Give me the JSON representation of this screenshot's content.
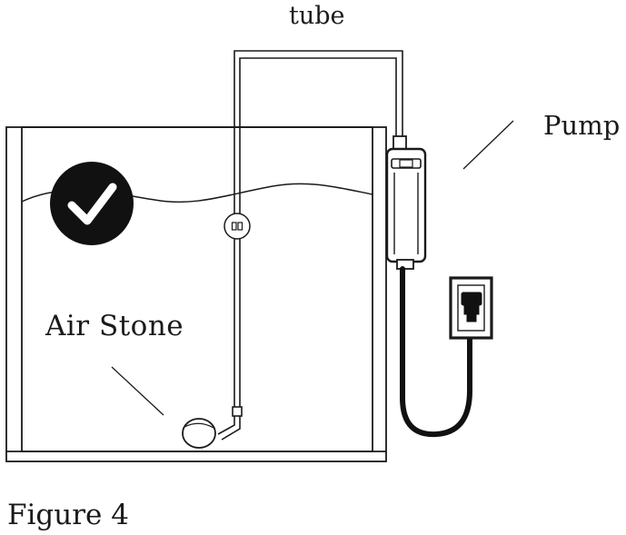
{
  "labels": {
    "tube": "tube",
    "pump": "Pump",
    "air_stone": "Air Stone",
    "caption": "Figure 4"
  },
  "icons": {
    "correct_mark": "checkmark-circle-icon"
  },
  "colors": {
    "line": "#1a1a1a",
    "fill_dark": "#111111",
    "background": "#ffffff"
  }
}
